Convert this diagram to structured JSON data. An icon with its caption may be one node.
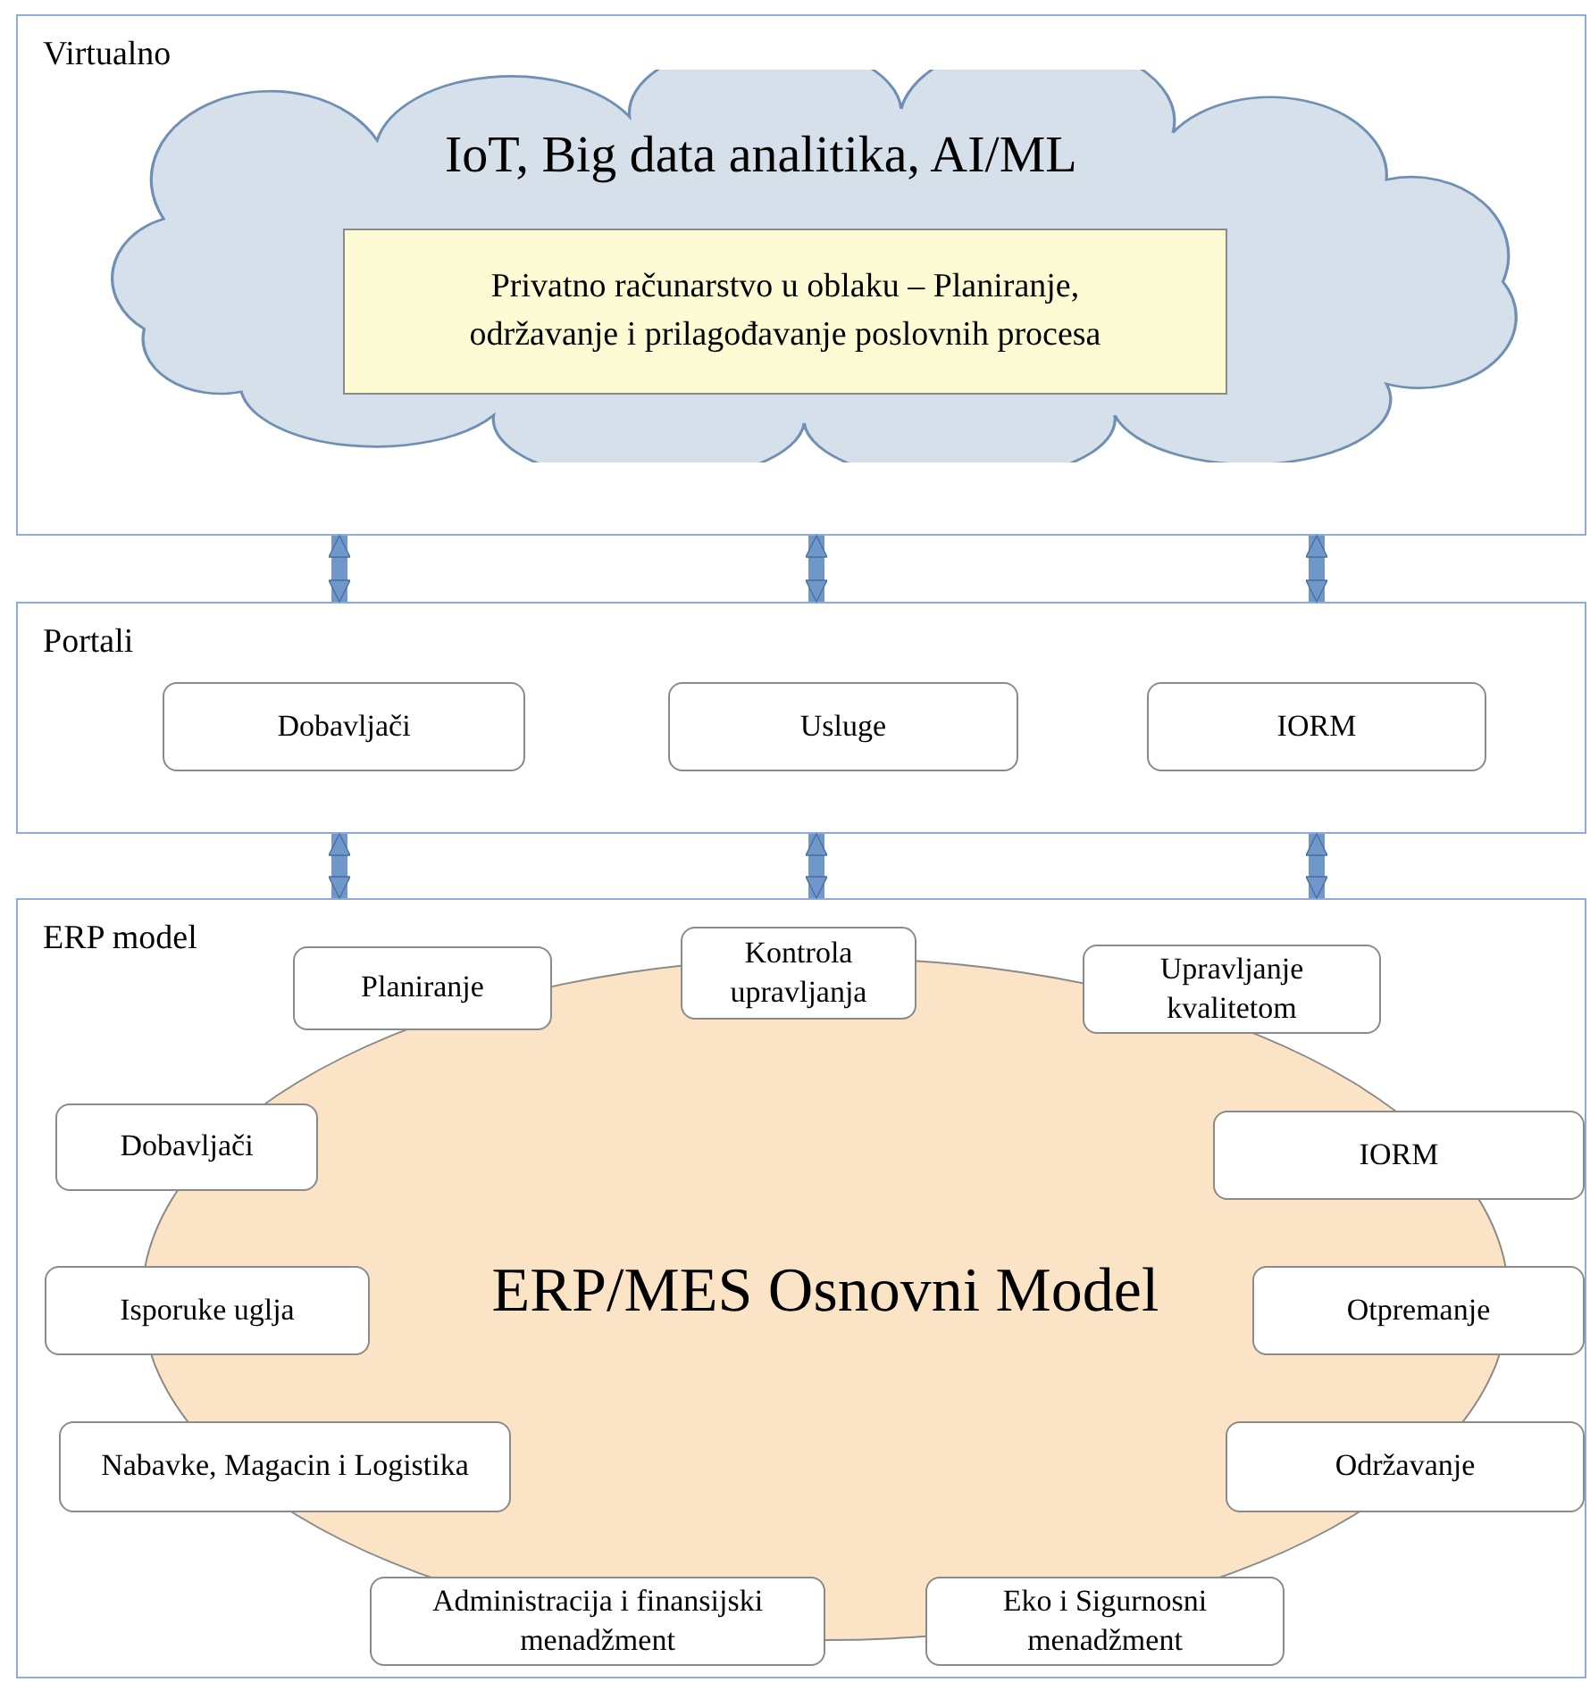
{
  "diagram": {
    "nodes": [
      {
        "text": [
          "Virtualno"
        ]
      },
      {
        "text": [
          "IoT, Big data analitika, AI/ML"
        ],
        "in": 0
      },
      {
        "text": [
          "Privatno računarstvo u oblaku – Planiranje, održavanje i prilagođavanje poslovnih procesa"
        ],
        "in": 1
      },
      {
        "text": [
          "Portali"
        ]
      },
      {
        "text": [
          "Dobavljači"
        ],
        "in": 3
      },
      {
        "text": [
          "Usluge"
        ],
        "in": 3
      },
      {
        "text": [
          "IORM"
        ],
        "in": 3
      },
      {
        "text": [
          "ERP model"
        ]
      },
      {
        "text": [
          "ERP/MES Osnovni Model"
        ],
        "in": 7
      },
      {
        "text": [
          "Planiranje"
        ],
        "in": 7
      },
      {
        "text": [
          "Kontrola upravljanja"
        ],
        "in": 7
      },
      {
        "text": [
          "Upravljanje kvalitetom"
        ],
        "in": 7
      },
      {
        "text": [
          "Dobavljači"
        ],
        "in": 7
      },
      {
        "text": [
          "IORM"
        ],
        "in": 7
      },
      {
        "text": [
          "Isporuke uglja"
        ],
        "in": 7
      },
      {
        "text": [
          "Otpremanje"
        ],
        "in": 7
      },
      {
        "text": [
          "Nabavke, Magacin i Logistika"
        ],
        "in": 7
      },
      {
        "text": [
          "Održavanje"
        ],
        "in": 7
      },
      {
        "text": [
          "Administracija i finansijski menadžment"
        ],
        "in": 7
      },
      {
        "text": [
          "Eko i Sigurnosni menadžment"
        ],
        "in": 7
      }
    ],
    "edges": [
      {
        "from": 0,
        "to": 3,
        "arrow": "both"
      },
      {
        "from": 0,
        "to": 3,
        "arrow": "both"
      },
      {
        "from": 0,
        "to": 3,
        "arrow": "both"
      },
      {
        "from": 3,
        "to": 7,
        "arrow": "both"
      },
      {
        "from": 3,
        "to": 7,
        "arrow": "both"
      },
      {
        "from": 3,
        "to": 7,
        "arrow": "both"
      }
    ]
  }
}
